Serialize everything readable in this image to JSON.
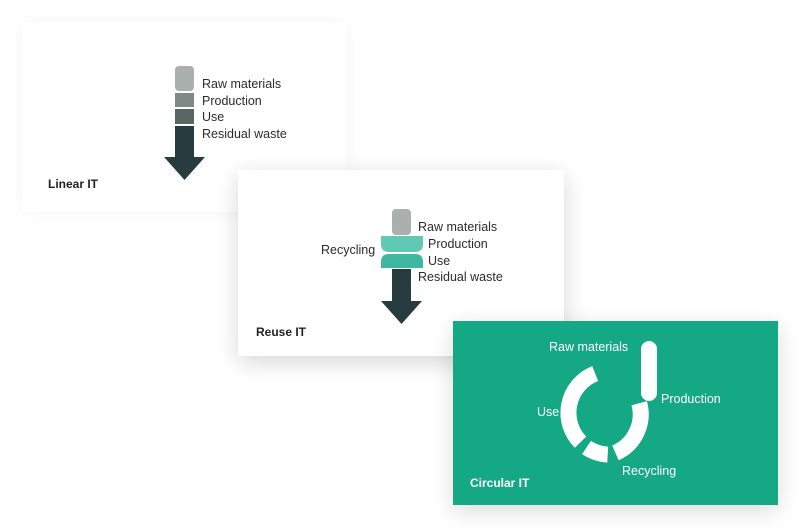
{
  "colors": {
    "stage_light": "#a9b0ae",
    "stage_mid": "#7f8a87",
    "stage_dark": "#5a6663",
    "arrow": "#263c3f",
    "recycle_teal": "#5fc9b4",
    "circular_bg": "#14a884",
    "on_green": "#ffffff"
  },
  "linear": {
    "title": "Linear IT",
    "stages": [
      "Raw materials",
      "Production",
      "Use",
      "Residual waste"
    ]
  },
  "reuse": {
    "title": "Reuse IT",
    "stages": [
      "Raw materials",
      "Production",
      "Use",
      "Residual waste"
    ],
    "loop_label": "Recycling"
  },
  "circular": {
    "title": "Circular IT",
    "labels": {
      "raw_materials": "Raw materials",
      "production": "Production",
      "use": "Use",
      "recycling": "Recycling"
    }
  }
}
